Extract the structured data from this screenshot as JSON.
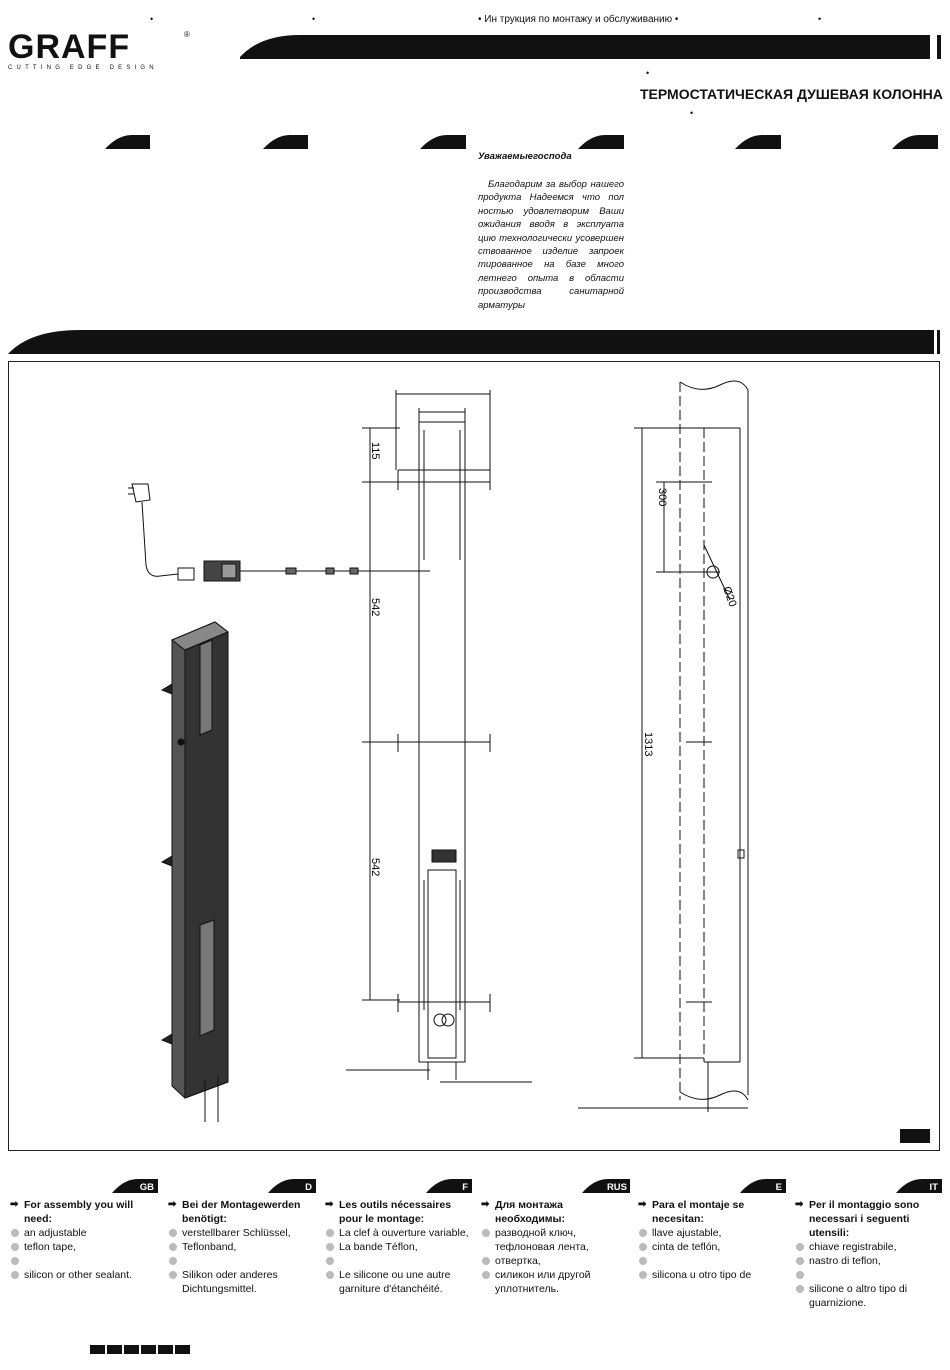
{
  "header": {
    "top_title": "• Ин  трукция по монтажу и обслуживанию •",
    "logo_text": "GRAFF",
    "logo_reg": "®",
    "logo_tagline": "CUTTING EDGE DESIGN",
    "product_title": "ТЕРМОСТАТИЧЕСКАЯ ДУШЕВАЯ КОЛОННА",
    "bullet": "•"
  },
  "intro": {
    "heading": "Уважаемыегоспода",
    "text": "Благодарим за выбор нашего продукта Надеемся что пол ностью удовлетворим Ваши ожидания  вводя в эксплуата цию технологически усовершен ствованное изделие запроек тированное на базе много летнего опыта в области производства санитарной арматуры"
  },
  "drawing": {
    "dimensions": {
      "d115": "115",
      "d542_top": "542",
      "d542_bottom": "542",
      "d300": "300",
      "d1313": "1313",
      "d20": "Ø20"
    }
  },
  "tools": [
    {
      "lang": "GB",
      "heading": "For assembly you will need:",
      "items": [
        "an adjustable",
        "teflon tape,",
        "",
        "silicon or other sealant."
      ]
    },
    {
      "lang": "D",
      "heading": "Bei der Montagewerden benötigt:",
      "items": [
        "verstellbarer Schlüssel,",
        "Teflonband,",
        "",
        "Silikon oder anderes Dichtungsmittel."
      ]
    },
    {
      "lang": "F",
      "heading": "Les outils nécessaires pour le montage:",
      "items": [
        "La clef à ouverture variable,",
        "La bande Téflon,",
        "",
        "Le silicone ou une autre garniture d'étanchéité."
      ]
    },
    {
      "lang": "RUS",
      "heading": "Для монтажа необходимы:",
      "items": [
        "разводной ключ, тефлоновая лента,",
        "отвертка,",
        "силикон или другой уплотнитель."
      ]
    },
    {
      "lang": "E",
      "heading": "Para el montaje se necesitan:",
      "items": [
        "llave ajustable,",
        "cinta de teflón,",
        "",
        "silicona u otro tipo de"
      ]
    },
    {
      "lang": "IT",
      "heading": "Per il montaggio sono necessari i seguenti utensili:",
      "items": [
        "chiave registrabile,",
        "nastro di teflon,",
        "",
        "silicone o altro tipo di guarnizione."
      ]
    }
  ]
}
